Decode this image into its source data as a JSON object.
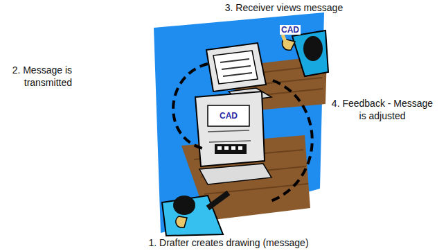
{
  "diagram": {
    "labels": [
      "3. Receiver views message",
      "CAD",
      "2. Message is transmitted",
      "CAD",
      "4. Feedback - Message is adjusted",
      "1. Drafter creates drawing (message)"
    ]
  }
}
